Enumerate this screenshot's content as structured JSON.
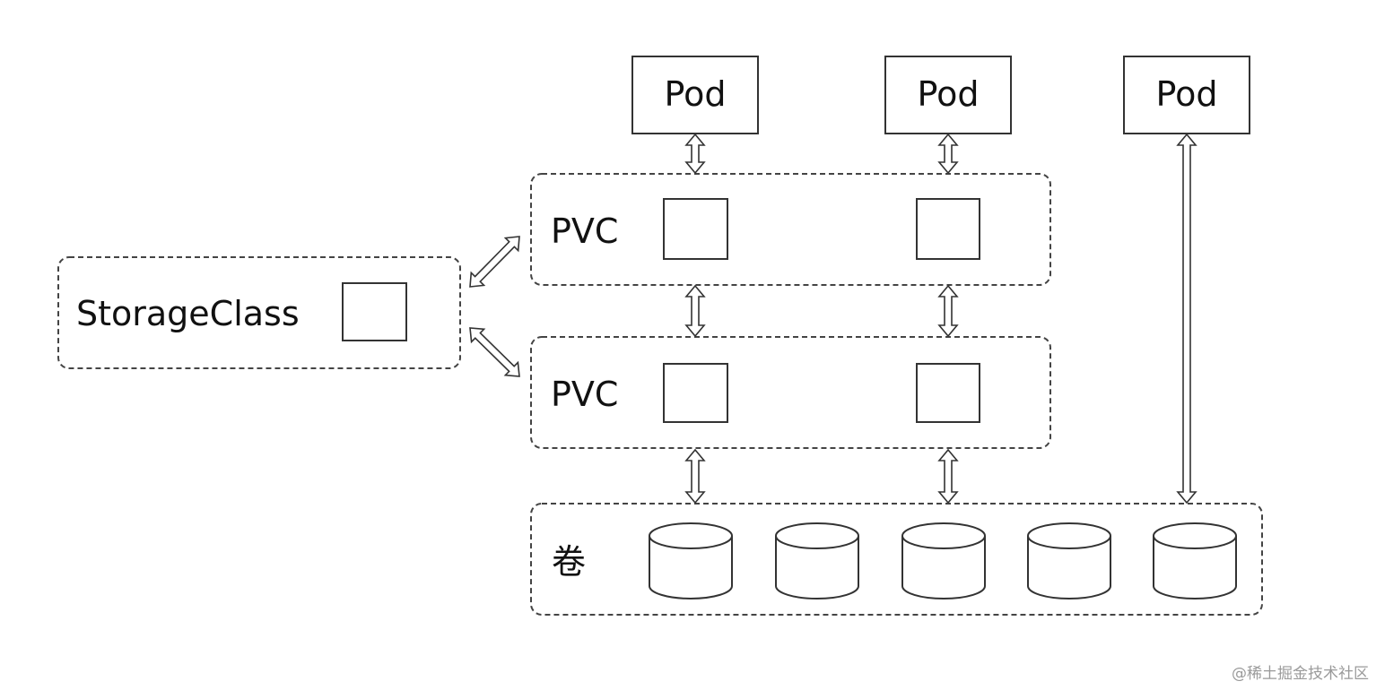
{
  "pods": [
    {
      "label": "Pod"
    },
    {
      "label": "Pod"
    },
    {
      "label": "Pod"
    }
  ],
  "pvc_groups": [
    {
      "label": "PVC"
    },
    {
      "label": "PVC"
    }
  ],
  "storage_class": {
    "label": "StorageClass"
  },
  "volumes": {
    "label": "卷",
    "count": 5
  },
  "watermark": "@稀土掘金技术社区"
}
